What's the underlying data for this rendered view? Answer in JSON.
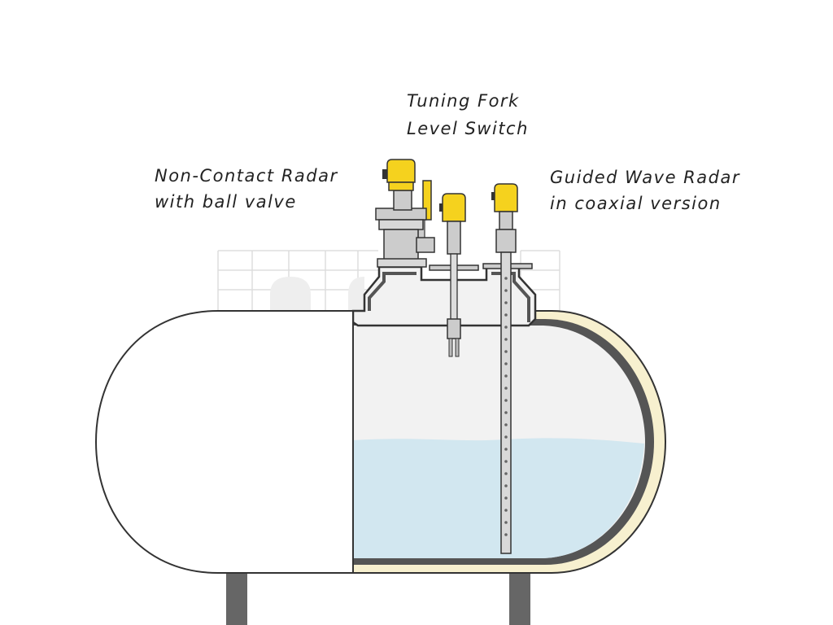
{
  "labels": {
    "tuning_fork": {
      "line1": "Tuning Fork",
      "line2": "Level Switch"
    },
    "non_contact_radar": {
      "line1": "Non-Contact Radar",
      "line2": "with ball valve"
    },
    "guided_wave_radar": {
      "line1": "Guided Wave Radar",
      "line2": "in coaxial version"
    }
  },
  "colors": {
    "sensor_housing": "#f5d21e",
    "liquid": "#d2e7f0",
    "tank_insulation": "#f7f0cf",
    "tank_wall": "#555555",
    "outline": "#333333",
    "tank_interior": "#f2f2f2",
    "legs": "#666666",
    "grid": "#dddddd"
  },
  "icons": [
    "tank",
    "non-contact-radar-sensor",
    "ball-valve",
    "tuning-fork-sensor",
    "guided-wave-radar-probe"
  ]
}
